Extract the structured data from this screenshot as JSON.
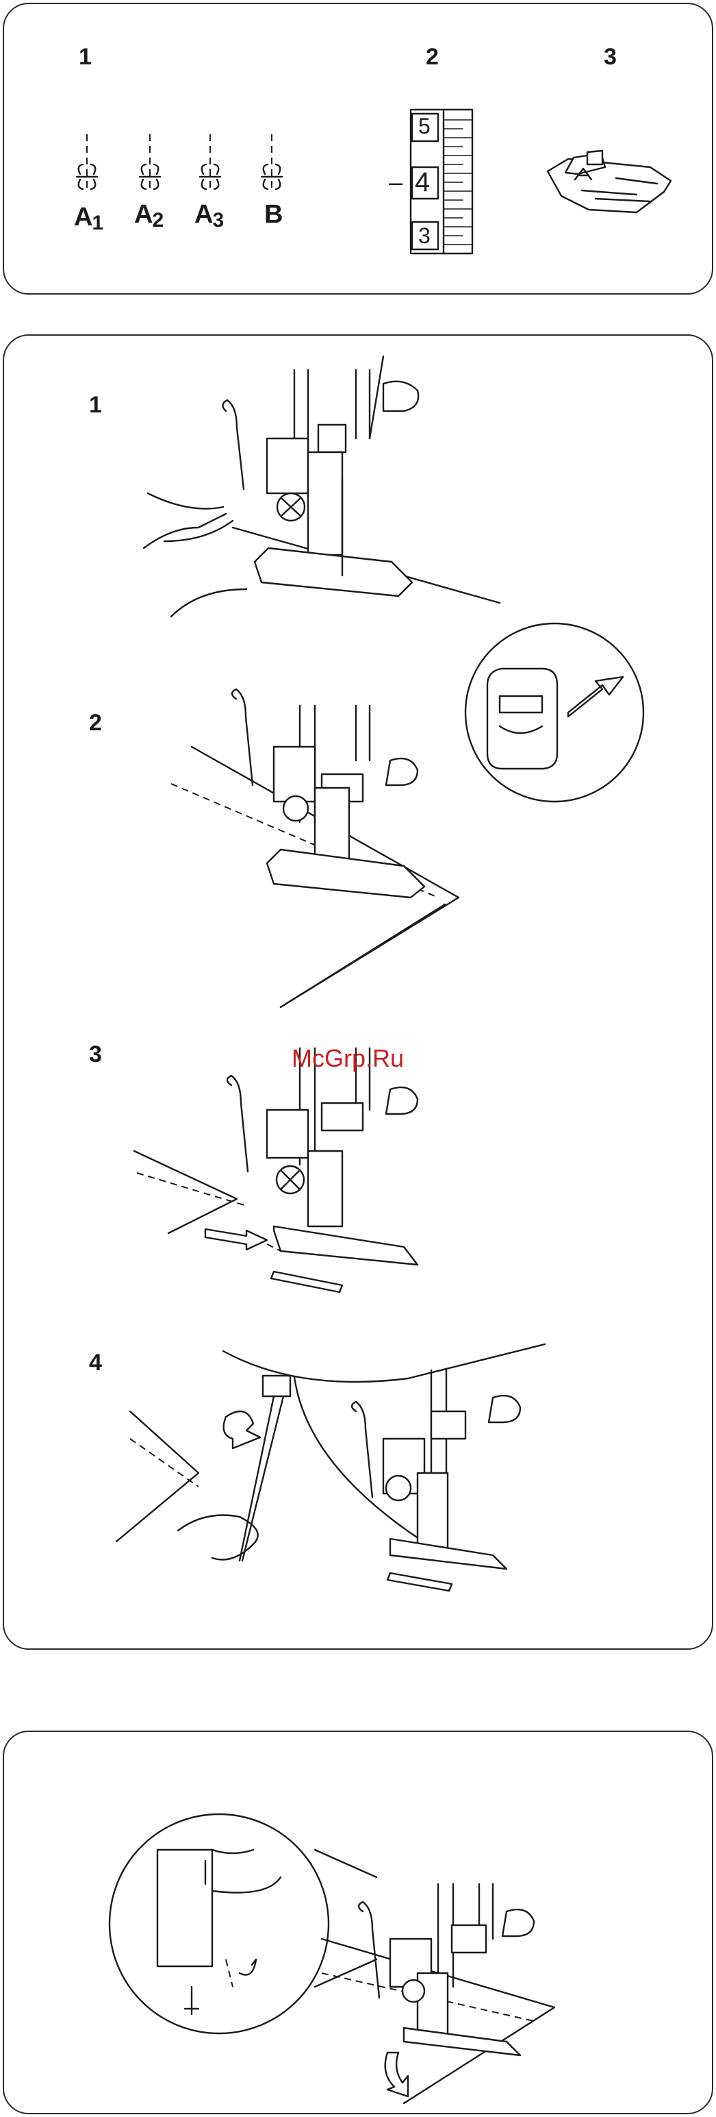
{
  "top_panel": {
    "numbers": [
      "1",
      "2",
      "3"
    ],
    "stitch_labels": [
      {
        "letter": "A",
        "sub": "1"
      },
      {
        "letter": "A",
        "sub": "2"
      },
      {
        "letter": "A",
        "sub": "3"
      },
      {
        "letter": "B",
        "sub": ""
      }
    ],
    "dial": {
      "values": [
        "5",
        "4",
        "3"
      ],
      "marker": "–"
    }
  },
  "middle_panel": {
    "steps": [
      "1",
      "2",
      "3",
      "4"
    ]
  },
  "watermark": "McGrp.Ru"
}
